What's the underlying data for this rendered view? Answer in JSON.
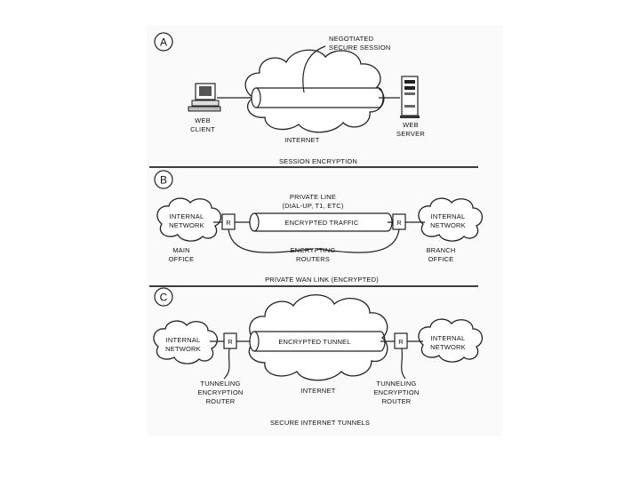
{
  "section_a": {
    "letter": "A",
    "negotiated_line1": "NEGOTIATED",
    "negotiated_line2": "SECURE SESSION",
    "web_client_line1": "WEB",
    "web_client_line2": "CLIENT",
    "internet": "INTERNET",
    "web_server_line1": "WEB",
    "web_server_line2": "SERVER",
    "caption": "SESSION ENCRYPTION"
  },
  "section_b": {
    "letter": "B",
    "private_line1": "PRIVATE LINE",
    "private_line2": "(DIAL-UP, T1, ETC)",
    "left_network_line1": "INTERNAL",
    "left_network_line2": "NETWORK",
    "router_left": "R",
    "tunnel_label": "ENCRYPTED TRAFFIC",
    "router_right": "R",
    "right_network_line1": "INTERNAL",
    "right_network_line2": "NETWORK",
    "main_office_line1": "MAIN",
    "main_office_line2": "OFFICE",
    "routers_line1": "ENCRYPTING",
    "routers_line2": "ROUTERS",
    "branch_office_line1": "BRANCH",
    "branch_office_line2": "OFFICE",
    "caption": "PRIVATE WAN LINK (ENCRYPTED)"
  },
  "section_c": {
    "letter": "C",
    "left_network_line1": "INTERNAL",
    "left_network_line2": "NETWORK",
    "router_left": "R",
    "tunnel_label": "ENCRYPTED TUNNEL",
    "router_right": "R",
    "right_network_line1": "INTERNAL",
    "right_network_line2": "NETWORK",
    "left_router_line1": "TUNNELING",
    "left_router_line2": "ENCRYPTION",
    "left_router_line3": "ROUTER",
    "internet": "INTERNET",
    "right_router_line1": "TUNNELING",
    "right_router_line2": "ENCRYPTION",
    "right_router_line3": "ROUTER",
    "caption": "SECURE INTERNET TUNNELS"
  }
}
